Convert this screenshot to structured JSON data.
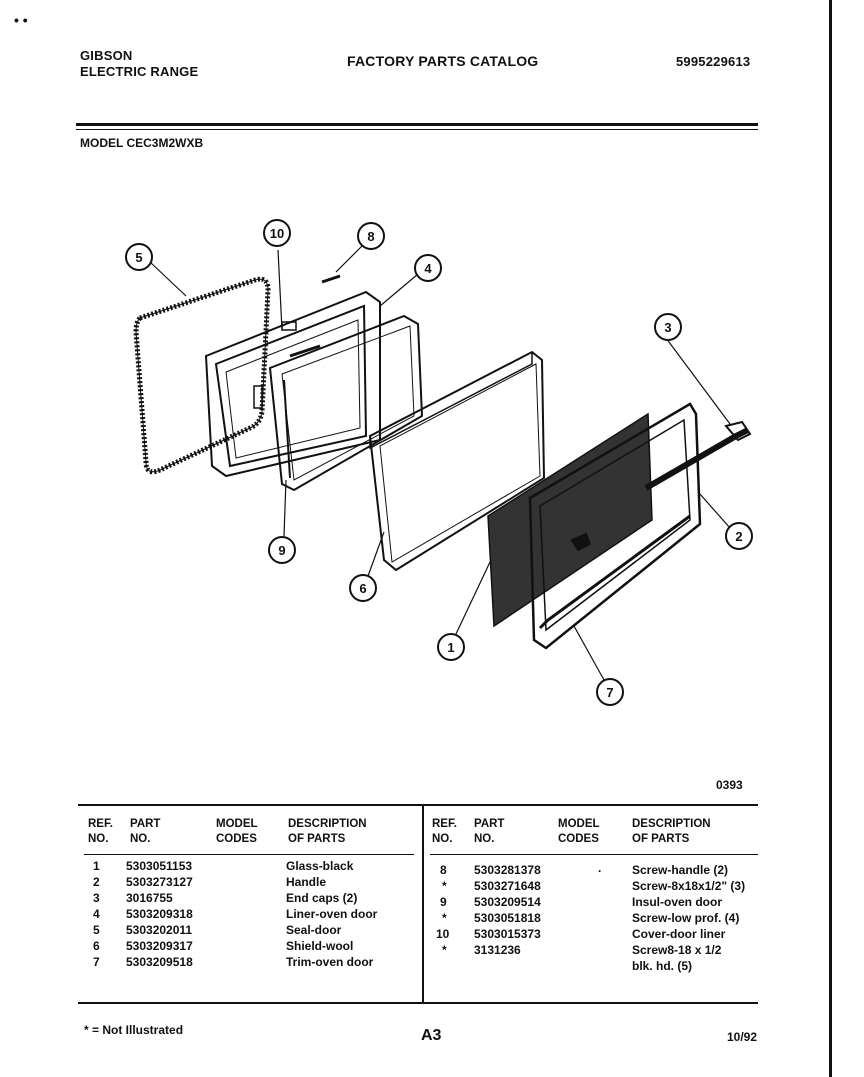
{
  "header": {
    "brand_line1": "GIBSON",
    "brand_line2": "ELECTRIC RANGE",
    "title": "FACTORY PARTS CATALOG",
    "catalog_number": "5995229613",
    "model_line": "MODEL CEC3M2WXB"
  },
  "diagram": {
    "callouts": [
      "1",
      "2",
      "3",
      "4",
      "5",
      "6",
      "7",
      "8",
      "9",
      "10"
    ],
    "figure_code": "0393"
  },
  "table": {
    "headers": {
      "ref": "REF.\nNO.",
      "part": "PART\nNO.",
      "model": "MODEL\nCODES",
      "desc": "DESCRIPTION\nOF PARTS"
    },
    "left_rows": [
      {
        "ref": "1",
        "part": "5303051153",
        "model": "",
        "desc": "Glass-black"
      },
      {
        "ref": "2",
        "part": "5303273127",
        "model": "",
        "desc": "Handle"
      },
      {
        "ref": "3",
        "part": "3016755",
        "model": "",
        "desc": "End caps (2)"
      },
      {
        "ref": "4",
        "part": "5303209318",
        "model": "",
        "desc": "Liner-oven door"
      },
      {
        "ref": "5",
        "part": "5303202011",
        "model": "",
        "desc": "Seal-door"
      },
      {
        "ref": "6",
        "part": "5303209317",
        "model": "",
        "desc": "Shield-wool"
      },
      {
        "ref": "7",
        "part": "5303209518",
        "model": "",
        "desc": "Trim-oven door"
      }
    ],
    "right_rows": [
      {
        "ref": "8",
        "part": "5303281378",
        "model": ".",
        "desc": "Screw-handle (2)"
      },
      {
        "ref": "*",
        "part": "5303271648",
        "model": "",
        "desc": "Screw-8x18x1/2\" (3)"
      },
      {
        "ref": "9",
        "part": "5303209514",
        "model": "",
        "desc": "Insul-oven door"
      },
      {
        "ref": "*",
        "part": "5303051818",
        "model": "",
        "desc": "Screw-low prof. (4)"
      },
      {
        "ref": "10",
        "part": "5303015373",
        "model": "",
        "desc": "Cover-door liner"
      },
      {
        "ref": "*",
        "part": "3131236",
        "model": "",
        "desc": "Screw8-18 x 1/2"
      },
      {
        "ref": "",
        "part": "",
        "model": "",
        "desc": "blk. hd. (5)"
      }
    ]
  },
  "footer": {
    "note": "* = Not Illustrated",
    "page": "A3",
    "date": "10/92"
  }
}
